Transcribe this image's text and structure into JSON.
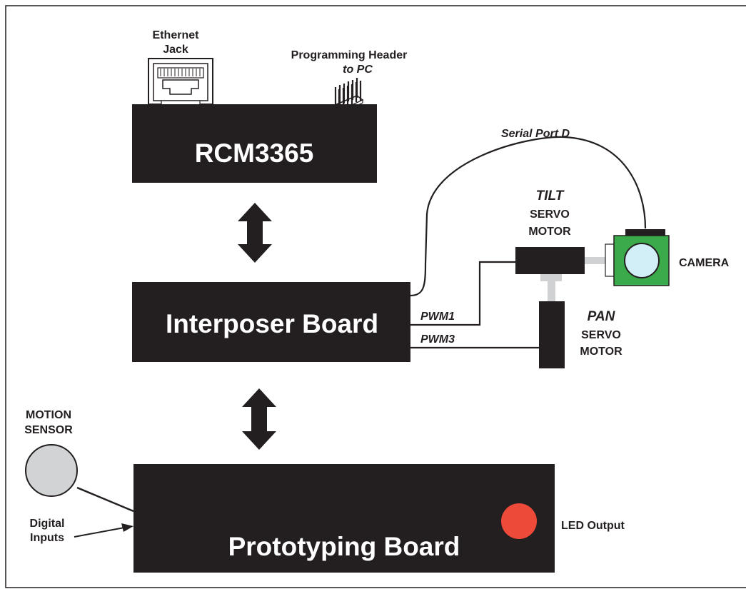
{
  "ethernet_jack": {
    "line1": "Ethernet",
    "line2": "Jack"
  },
  "programming_header": {
    "line1": "Programming Header",
    "line2": "to PC"
  },
  "rcm_board": {
    "label": "RCM3365"
  },
  "interposer_board": {
    "label": "Interposer Board"
  },
  "prototyping_board": {
    "label": "Prototyping Board"
  },
  "serial_port": {
    "label": "Serial Port D"
  },
  "tilt_servo": {
    "line1": "TILT",
    "line2": "SERVO",
    "line3": "MOTOR"
  },
  "pan_servo": {
    "line1": "PAN",
    "line2": "SERVO",
    "line3": "MOTOR"
  },
  "camera": {
    "label": "CAMERA"
  },
  "pwm": {
    "pwm1": "PWM1",
    "pwm3": "PWM3"
  },
  "motion_sensor": {
    "line1": "MOTION",
    "line2": "SENSOR"
  },
  "digital_inputs": {
    "line1": "Digital",
    "line2": "Inputs"
  },
  "led_output": {
    "label": "LED Output"
  },
  "colors": {
    "board": "#231f20",
    "camera_body": "#3aaa4a",
    "camera_lens": "#d2eef6",
    "motion_sensor": "#d1d3d4",
    "led": "#ee4a3a",
    "connector_grey": "#cfd1d2"
  }
}
